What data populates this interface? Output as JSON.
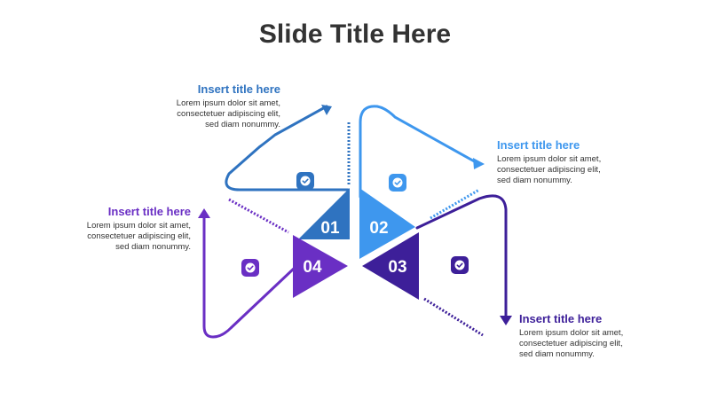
{
  "slide": {
    "title": "Slide Title Here"
  },
  "colors": {
    "c1": "#2f73c0",
    "c2": "#3e97ee",
    "c3": "#3d1f99",
    "c4": "#6a2fc4",
    "text": "#333333"
  },
  "steps": [
    {
      "number": "01",
      "title": "Insert title here",
      "body": "Lorem ipsum dolor sit amet,\nconsectetuer adipiscing elit,\nsed diam nonummy.",
      "icon": "check-icon"
    },
    {
      "number": "02",
      "title": "Insert title here",
      "body": "Lorem ipsum dolor sit amet,\nconsectetuer adipiscing elit,\nsed diam nonummy.",
      "icon": "check-icon"
    },
    {
      "number": "03",
      "title": "Insert title here",
      "body": "Lorem ipsum dolor sit amet,\nconsectetuer adipiscing elit,\nsed diam nonummy.",
      "icon": "check-icon"
    },
    {
      "number": "04",
      "title": "Insert title here",
      "body": "Lorem ipsum dolor sit amet,\nconsectetuer adipiscing elit,\nsed diam nonummy.",
      "icon": "check-icon"
    }
  ]
}
